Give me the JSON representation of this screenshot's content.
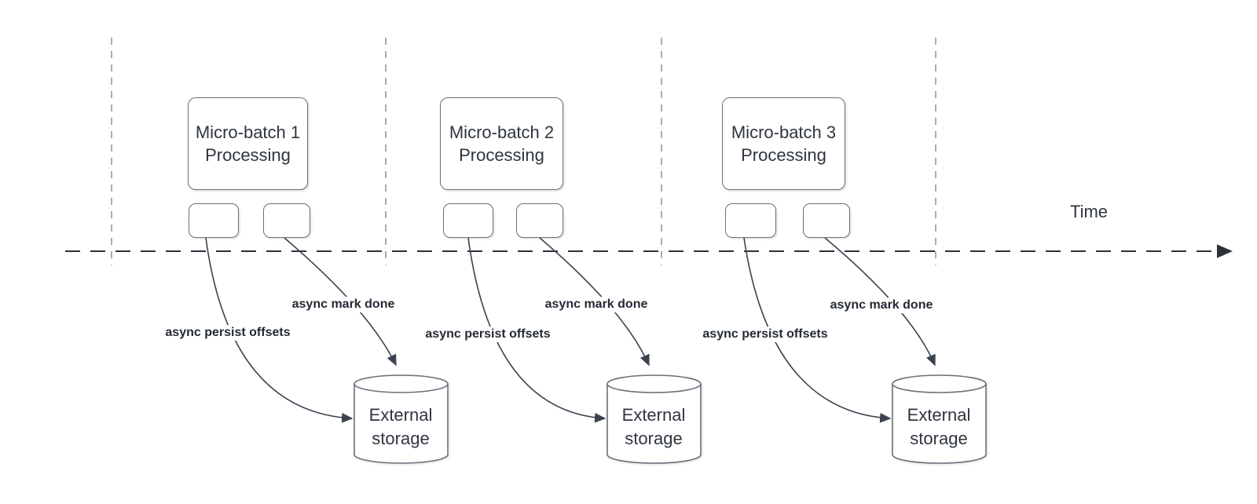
{
  "time_axis": {
    "label": "Time"
  },
  "batches": [
    {
      "box_label_line1": "Micro-batch 1",
      "box_label_line2": "Processing",
      "persist_arrow_label": "async persist offsets",
      "mark_done_arrow_label": "async mark done",
      "storage_label_line1": "External",
      "storage_label_line2": "storage"
    },
    {
      "box_label_line1": "Micro-batch 2",
      "box_label_line2": "Processing",
      "persist_arrow_label": "async persist offsets",
      "mark_done_arrow_label": "async mark done",
      "storage_label_line1": "External",
      "storage_label_line2": "storage"
    },
    {
      "box_label_line1": "Micro-batch 3",
      "box_label_line2": "Processing",
      "persist_arrow_label": "async persist offsets",
      "mark_done_arrow_label": "async mark done",
      "storage_label_line1": "External",
      "storage_label_line2": "storage"
    }
  ],
  "colors": {
    "background": "#ffffff",
    "shape_stroke": "#6a707b",
    "connector_stroke": "#3c4350",
    "timeline_stroke": "#2c313a",
    "guide_line_stroke": "#a9adb3",
    "text": "#2f3540",
    "edge_label_text": "#242a34"
  }
}
